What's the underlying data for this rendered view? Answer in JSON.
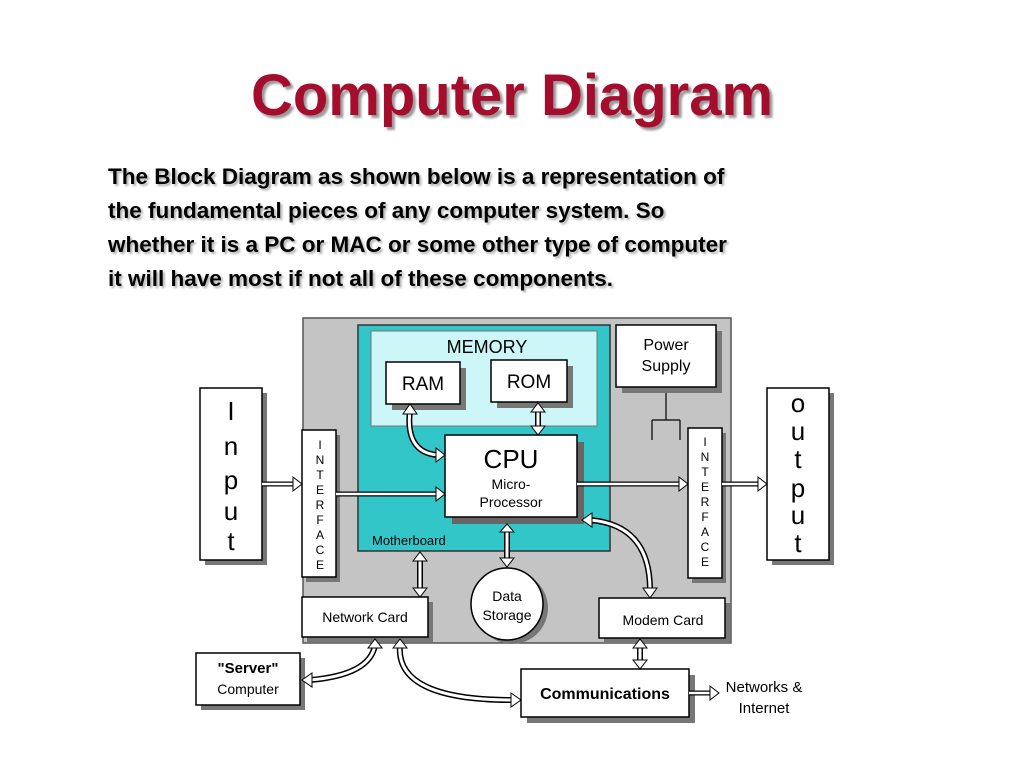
{
  "page": {
    "title": "Computer Diagram",
    "description_lines": [
      "The Block Diagram as shown below is a representation of",
      "the fundamental pieces of any computer system. So",
      "whether it is a PC or MAC or some other type of computer",
      "it will have most if not all of these components."
    ]
  },
  "diagram": {
    "memory": "MEMORY",
    "ram": "RAM",
    "rom": "ROM",
    "cpu": "CPU",
    "cpu_sub1": "Micro-",
    "cpu_sub2": "Processor",
    "motherboard": "Motherboard",
    "power1": "Power",
    "power2": "Supply",
    "input_letters": [
      "I",
      "n",
      "p",
      "u",
      "t"
    ],
    "output_letters": [
      "o",
      "u",
      "t",
      "p",
      "u",
      "t"
    ],
    "interface_letters": [
      "I",
      "N",
      "T",
      "E",
      "R",
      "F",
      "A",
      "C",
      "E"
    ],
    "network_card": "Network Card",
    "modem_card": "Modem Card",
    "data1": "Data",
    "data2": "Storage",
    "server1": "\"Server\"",
    "server2": "Computer",
    "communications": "Communications",
    "networks1": "Networks &",
    "networks2": "Internet"
  },
  "colors": {
    "title": "#a50d2d",
    "motherboard": "#33c6c9",
    "memory_area": "#ccf6f8",
    "case_gray": "#c4c4c4"
  }
}
